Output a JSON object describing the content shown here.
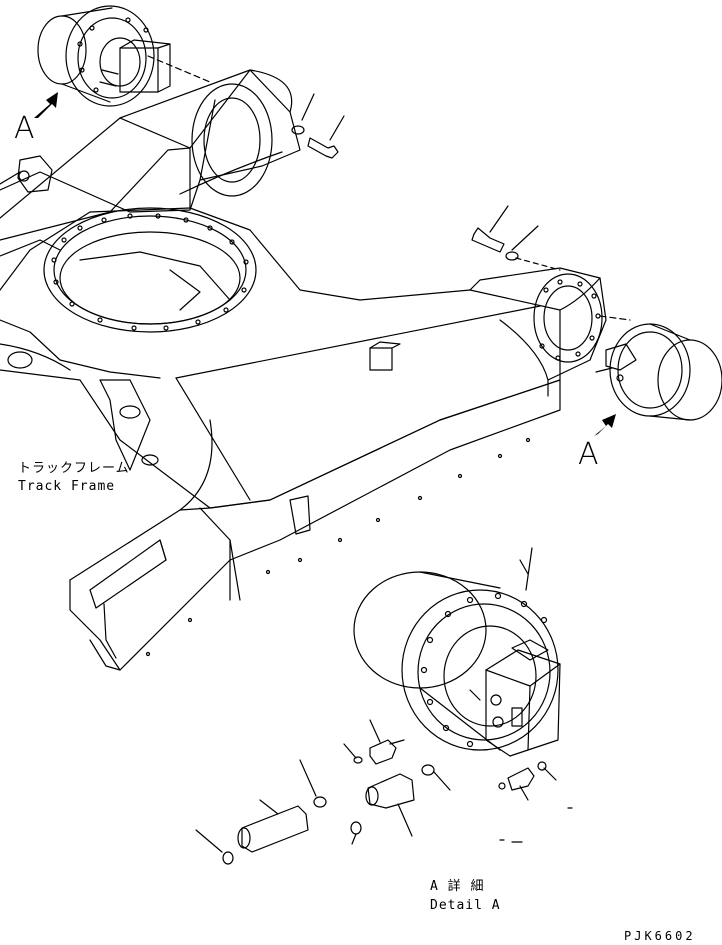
{
  "labels": {
    "view_a_top": "A",
    "view_a_right": "A",
    "track_frame_jp": "トラックフレーム",
    "track_frame_en": "Track Frame",
    "detail_jp": "A 詳 細",
    "detail_en": "Detail A",
    "drawing_code": "PJK6602"
  },
  "colors": {
    "line": "#000000",
    "paper": "#ffffff"
  }
}
